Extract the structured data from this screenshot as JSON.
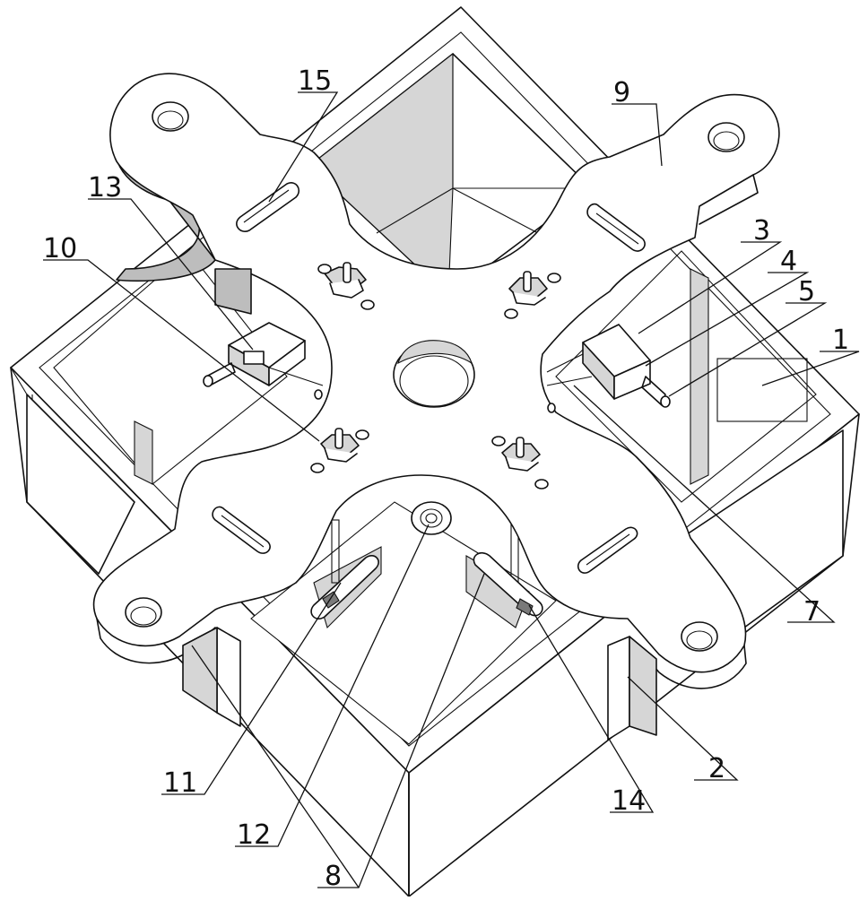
{
  "callouts": [
    {
      "id": "c1",
      "label": "1"
    },
    {
      "id": "c2",
      "label": "2"
    },
    {
      "id": "c3",
      "label": "3"
    },
    {
      "id": "c4",
      "label": "4"
    },
    {
      "id": "c5",
      "label": "5"
    },
    {
      "id": "c7",
      "label": "7"
    },
    {
      "id": "c8",
      "label": "8"
    },
    {
      "id": "c9",
      "label": "9"
    },
    {
      "id": "c10",
      "label": "10"
    },
    {
      "id": "c11",
      "label": "11"
    },
    {
      "id": "c12",
      "label": "12"
    },
    {
      "id": "c13",
      "label": "13"
    },
    {
      "id": "c14",
      "label": "14"
    },
    {
      "id": "c15",
      "label": "15"
    }
  ]
}
